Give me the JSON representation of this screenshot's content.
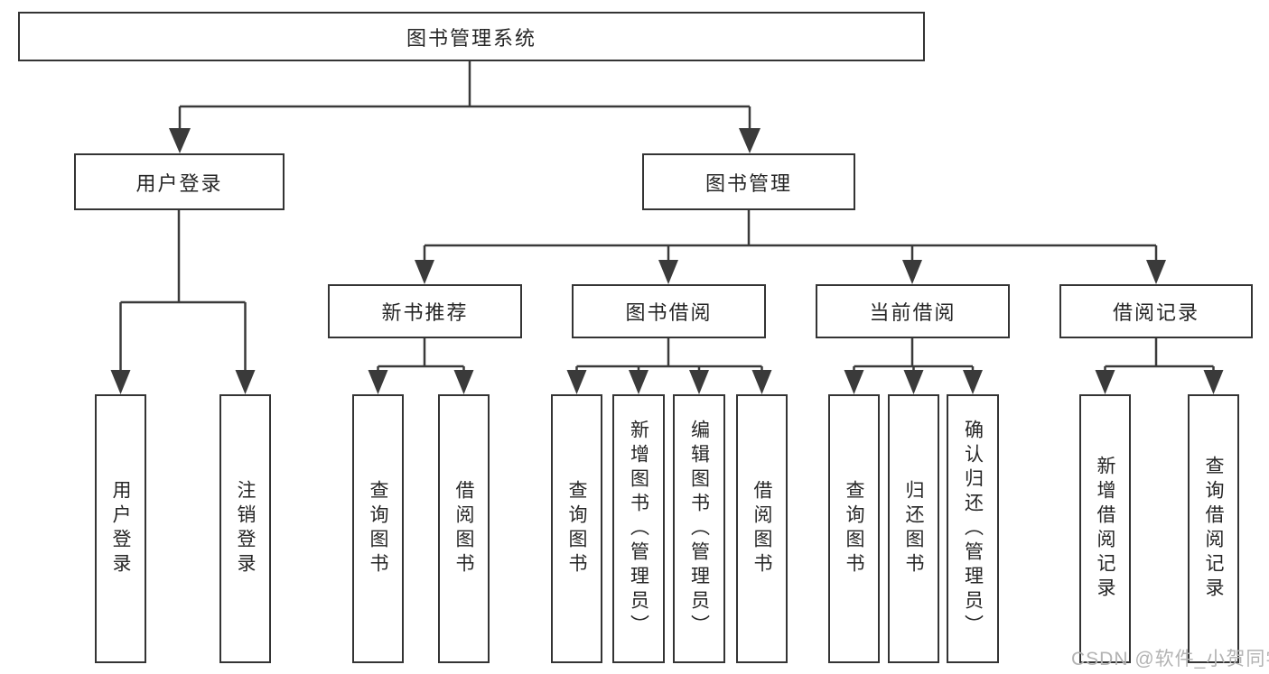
{
  "tree": {
    "label": "图书管理系统",
    "children": [
      {
        "label": "用户登录",
        "children": [
          {
            "label": "用户登录"
          },
          {
            "label": "注销登录"
          }
        ]
      },
      {
        "label": "图书管理",
        "children": [
          {
            "label": "新书推荐",
            "children": [
              {
                "label": "查询图书"
              },
              {
                "label": "借阅图书"
              }
            ]
          },
          {
            "label": "图书借阅",
            "children": [
              {
                "label": "查询图书"
              },
              {
                "label": "新增图书（管理员）"
              },
              {
                "label": "编辑图书（管理员）"
              },
              {
                "label": "借阅图书"
              }
            ]
          },
          {
            "label": "当前借阅",
            "children": [
              {
                "label": "查询图书"
              },
              {
                "label": "归还图书"
              },
              {
                "label": "确认归还（管理员）"
              }
            ]
          },
          {
            "label": "借阅记录",
            "children": [
              {
                "label": "新增借阅记录"
              },
              {
                "label": "查询借阅记录"
              }
            ]
          }
        ]
      }
    ]
  },
  "watermark": {
    "text": "CSDN @软件_小贺同学"
  },
  "colors": {
    "line": "#3a3a3a",
    "box_border": "#343434",
    "text": "#262626",
    "watermark": "#b3b3b3",
    "background": "#ffffff"
  }
}
